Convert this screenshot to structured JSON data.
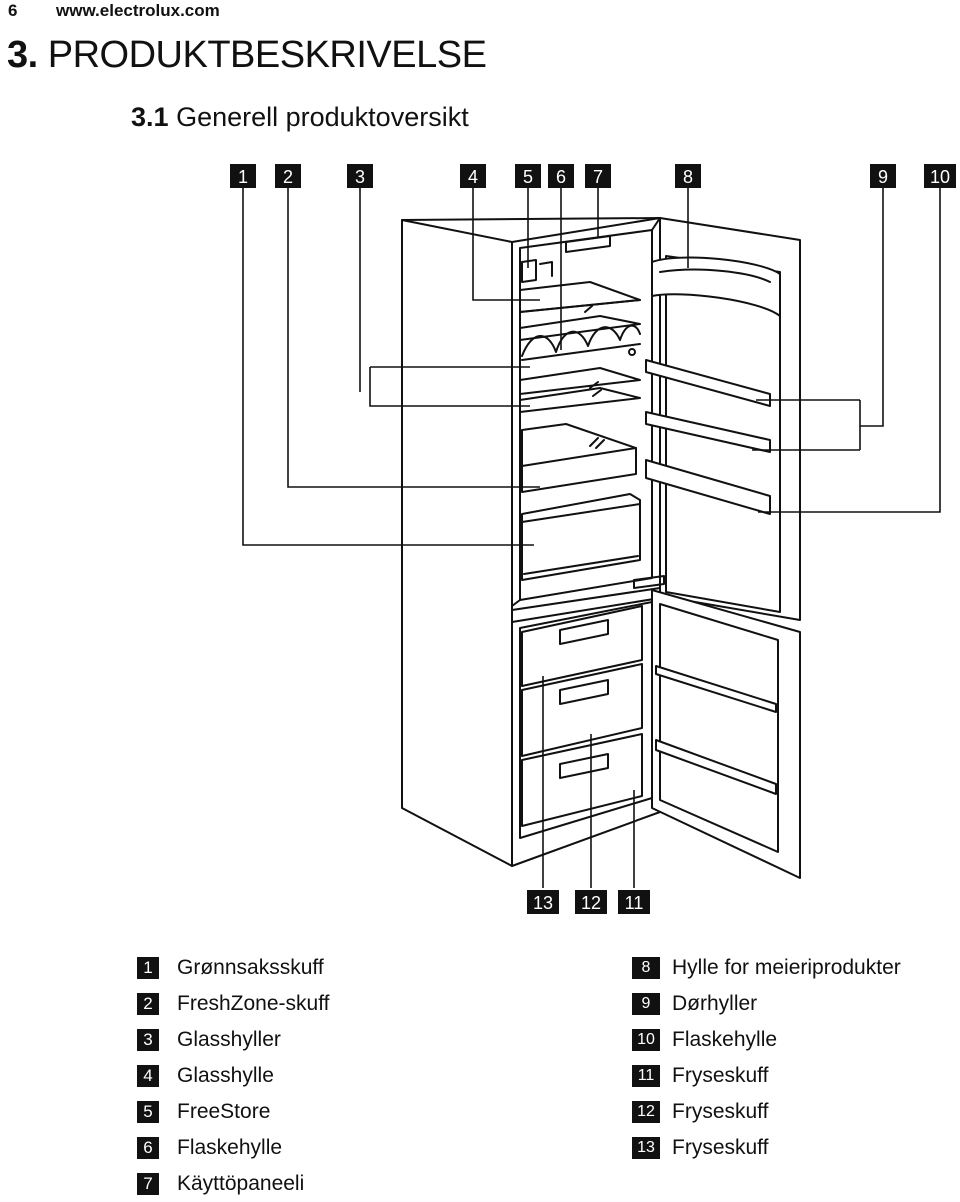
{
  "header": {
    "page_number": "6",
    "website": "www.electrolux.com"
  },
  "section": {
    "number": "3.",
    "title": "PRODUKTBESKRIVELSE"
  },
  "subsection": {
    "number": "3.1",
    "title": "Generell produktoversikt"
  },
  "callouts": [
    "1",
    "2",
    "3",
    "4",
    "5",
    "6",
    "7",
    "8",
    "9",
    "10",
    "11",
    "12",
    "13"
  ],
  "legend": {
    "left": [
      {
        "num": "1",
        "label": "Grønnsaksskuff"
      },
      {
        "num": "2",
        "label": "FreshZone-skuff"
      },
      {
        "num": "3",
        "label": "Glasshyller"
      },
      {
        "num": "4",
        "label": "Glasshylle"
      },
      {
        "num": "5",
        "label": "FreeStore"
      },
      {
        "num": "6",
        "label": "Flaskehylle"
      },
      {
        "num": "7",
        "label": "Käyttöpaneeli"
      }
    ],
    "right": [
      {
        "num": "8",
        "label": "Hylle for meieriprodukter"
      },
      {
        "num": "9",
        "label": "Dørhyller"
      },
      {
        "num": "10",
        "label": "Flaskehylle"
      },
      {
        "num": "11",
        "label": "Fryseskuff"
      },
      {
        "num": "12",
        "label": "Fryseskuff"
      },
      {
        "num": "13",
        "label": "Fryseskuff"
      }
    ]
  }
}
